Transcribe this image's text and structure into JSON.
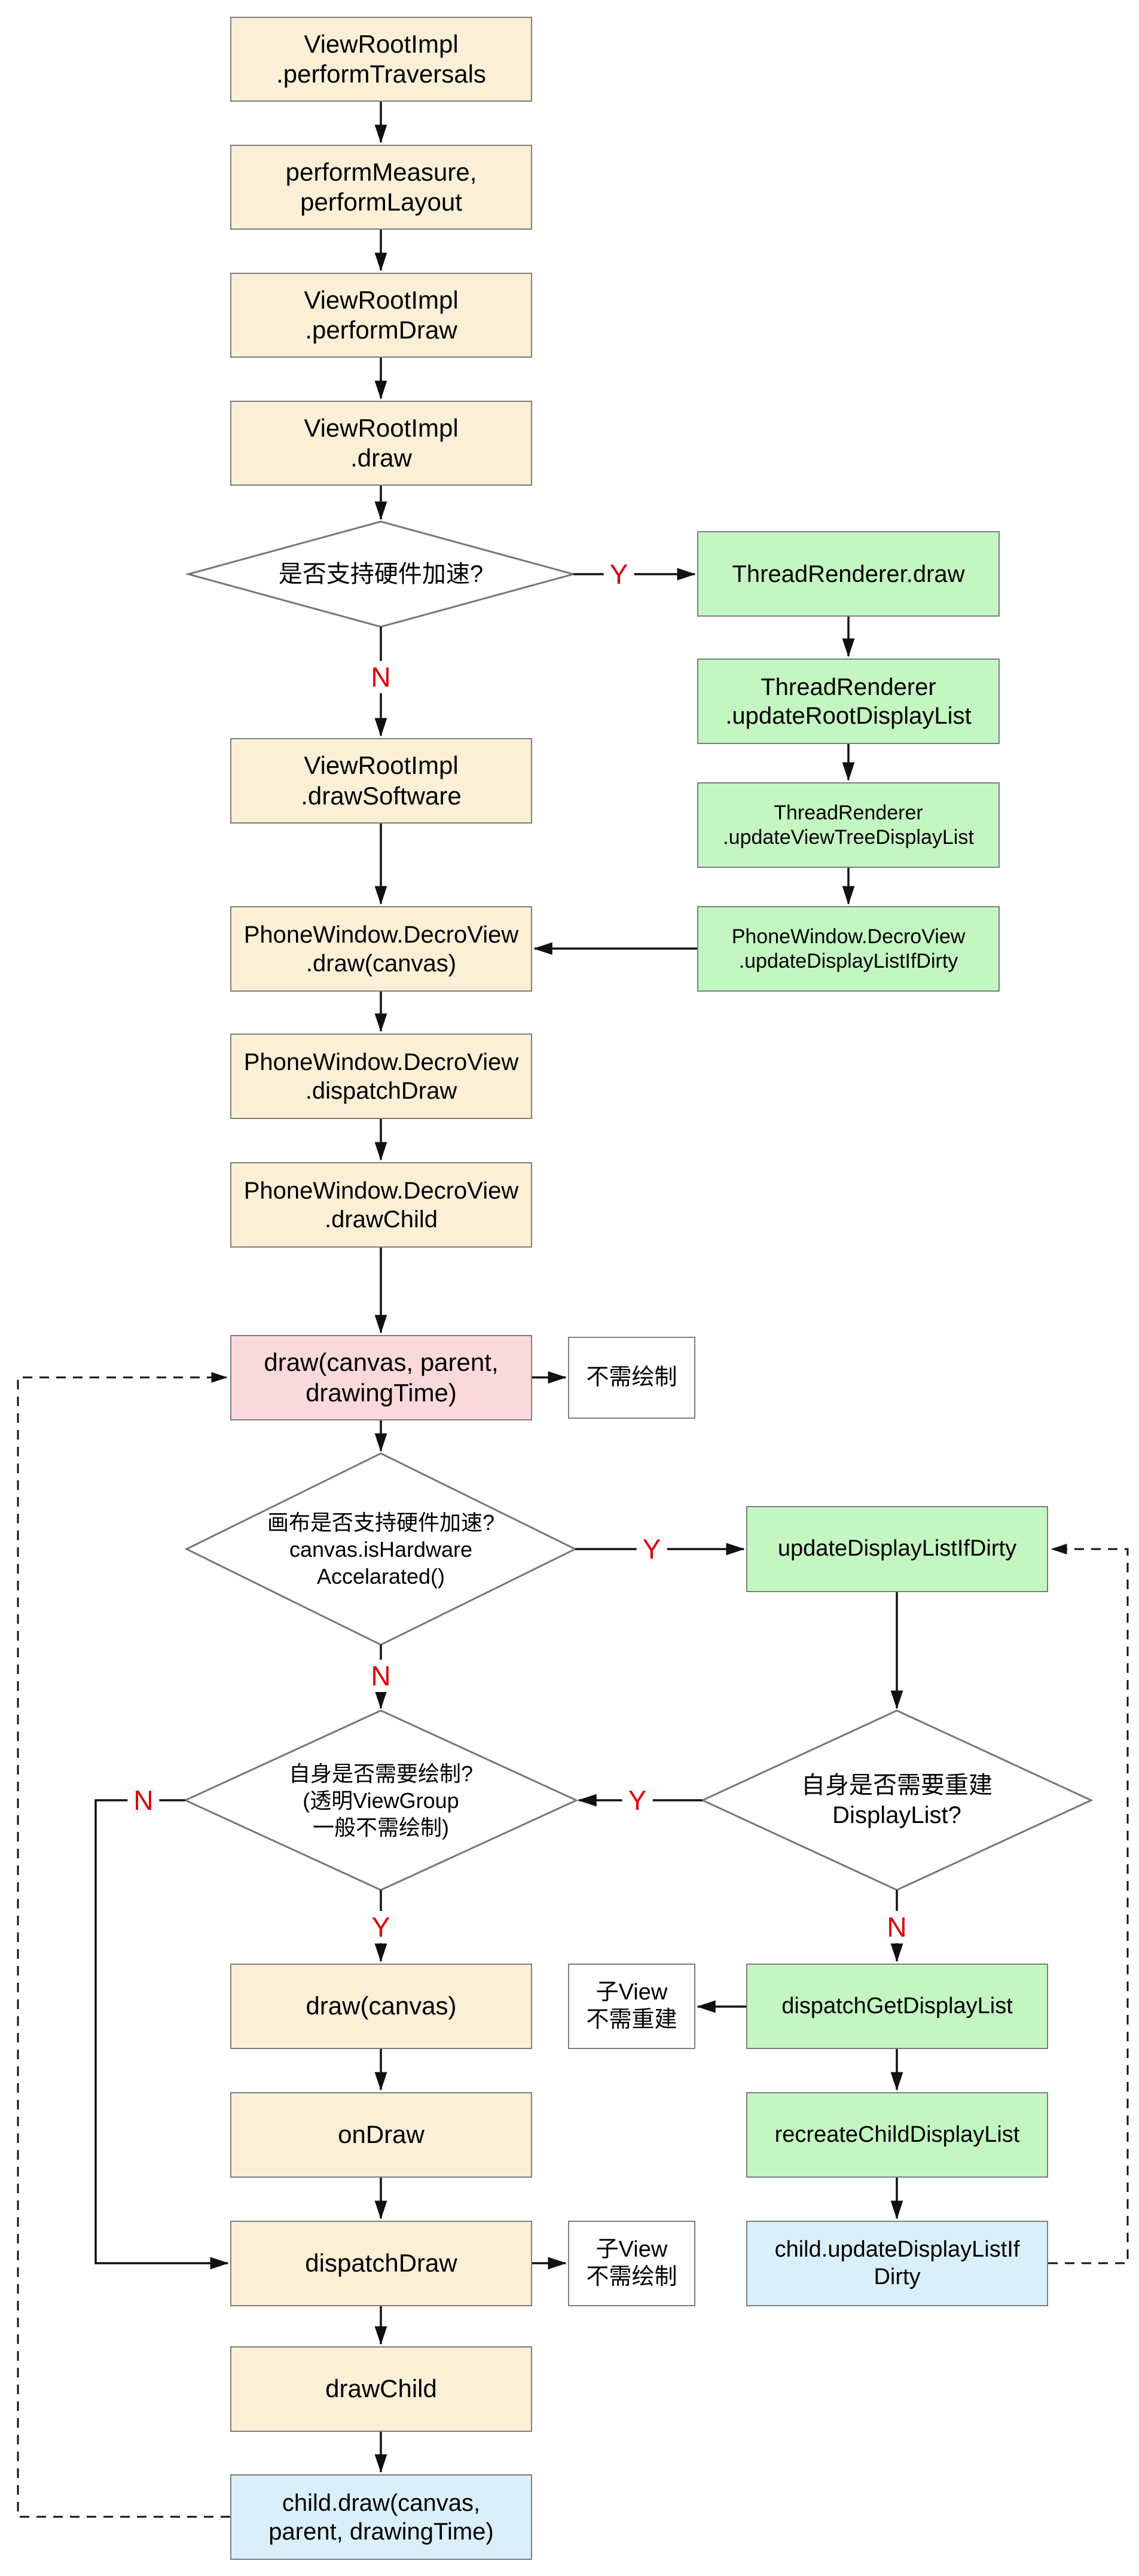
{
  "colors": {
    "process": "#FBEFD5",
    "hardware": "#C3F6C0",
    "child": "#D9F0FB",
    "entry": "#FAD9DC",
    "plain": "#FFFFFF",
    "border": "#7E7E7E",
    "line": "#111111",
    "label": "#DD0000"
  },
  "labels": {
    "yes": "Y",
    "no": "N"
  },
  "nodes": {
    "perform_traversals": {
      "label": "ViewRootImpl\n.performTraversals"
    },
    "perform_measure_layout": {
      "label": "performMeasure,\nperformLayout"
    },
    "perform_draw": {
      "label": "ViewRootImpl\n.performDraw"
    },
    "viewrootimpl_draw": {
      "label": "ViewRootImpl\n.draw"
    },
    "decision_hw_accel": {
      "label": "是否支持硬件加速?"
    },
    "thread_renderer_draw": {
      "label": "ThreadRenderer.draw"
    },
    "update_root_display_list": {
      "label": "ThreadRenderer\n.updateRootDisplayList"
    },
    "update_view_tree_display_list": {
      "label": "ThreadRenderer\n.updateViewTreeDisplayList"
    },
    "decorview_update_display_list_if_dirty": {
      "label": "PhoneWindow.DecroView\n.updateDisplayListIfDirty"
    },
    "draw_software": {
      "label": "ViewRootImpl\n.drawSoftware"
    },
    "decorview_draw_canvas": {
      "label": "PhoneWindow.DecroView\n.draw(canvas)"
    },
    "decorview_dispatch_draw": {
      "label": "PhoneWindow.DecroView\n.dispatchDraw"
    },
    "decorview_draw_child": {
      "label": "PhoneWindow.DecroView\n.drawChild"
    },
    "draw_canvas_parent_time": {
      "label": "draw(canvas, parent,\ndrawingTime)"
    },
    "no_need_draw": {
      "label": "不需绘制"
    },
    "decision_canvas_hw": {
      "label": "画布是否支持硬件加速?\ncanvas.isHardware\nAccelarated()"
    },
    "update_display_list_if_dirty": {
      "label": "updateDisplayListIfDirty"
    },
    "decision_need_draw_self": {
      "label": "自身是否需要绘制?\n(透明ViewGroup\n一般不需绘制)"
    },
    "decision_need_rebuild": {
      "label": "自身是否需要重建\nDisplayList?"
    },
    "draw_canvas": {
      "label": "draw(canvas)"
    },
    "child_view_no_rebuild": {
      "label": "子View\n不需重建"
    },
    "dispatch_get_display_list": {
      "label": "dispatchGetDisplayList"
    },
    "on_draw": {
      "label": "onDraw"
    },
    "recreate_child_display_list": {
      "label": "recreateChildDisplayList"
    },
    "dispatch_draw": {
      "label": "dispatchDraw"
    },
    "child_view_no_draw": {
      "label": "子View\n不需绘制"
    },
    "draw_child": {
      "label": "drawChild"
    },
    "child_draw": {
      "label": "child.draw(canvas,\nparent, drawingTime)"
    },
    "child_update_display_list_if_dirty": {
      "label": "child.updateDisplayListIf\nDirty"
    }
  }
}
